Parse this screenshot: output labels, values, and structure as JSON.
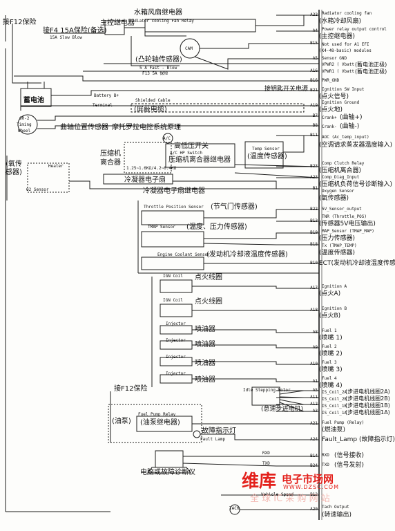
{
  "left": {
    "f12_fuse": "接F12保险",
    "f4_fuse": "接F4 15A保险(备选)",
    "f4_fuse_en": "15A Slow Blow",
    "main_relay": "主控继电器",
    "cam_sensor": "(凸轮轴传感器)",
    "fuse_5a": "5 A Fast - Blow",
    "f13_fuse": "F13 5A 保险",
    "battery": "蓄电池",
    "battery_en": "Battery B+",
    "terminal_en": "Terminal",
    "shielded_en": "Shielded Cable",
    "shielded_cn": "(屏蔽电缆)",
    "wheel_en_1": "60-2",
    "wheel_en_2": "Timing",
    "wheel_en_3": "Wheel",
    "crank_sensor": "曲轴位置传感器",
    "moto_note": "摩托罗拉电控系统原理",
    "ac_en": "A/C",
    "hp_switch": "高低压开关",
    "ac_switch_en": "A/C HP Switch",
    "ac_clutch_relay": "压缩机离合器继电器",
    "compressor": "压缩机",
    "clutch": "离合器",
    "ac_values": "1.25~1.6KΩ/4.2~6.4KΩ",
    "temp_sensor_en": "Temp Sensor",
    "temp_sensor_cn": "(温度传感器)",
    "condenser_fan": "冷凝器电子扇",
    "condenser_relay": "冷凝器电子扇继电器",
    "o2_cn_1": "(氧传",
    "o2_cn_2": "感器)",
    "heater_en": "Heater",
    "o2_en": "O2 Sensor",
    "tps_en": "Throttle Position Sensor",
    "tps_cn": "(节气门传感器)",
    "tmap_en": "TMAP Sensor",
    "tmap_cn": "(温度、压力传感器)",
    "ect_en": "Engine Coolant Sensor",
    "ect_cn": "(发动机冷却液温度传感器)",
    "ign_coil_en": "IGN Coil",
    "ign_coil_cn": "点火线圈",
    "injector_en": "Injector",
    "injector_cn": "喷油器",
    "f12_fuse_2": "接F12保险",
    "fuel_pump_relay_en": "Fuel Pump Relay",
    "fuel_pump_relay_cn": "(油泵继电器)",
    "fuel_pump": "(油泵)",
    "fault_lamp_cn": "故障指示灯",
    "fault_lamp_en": "Fault Lamp",
    "diag": "电脑或故障诊断仪",
    "tach": "TACH"
  },
  "top": {
    "fan_relay_cn": "水箱风扇继电器",
    "fan_relay_en": "Radiator cooling Fan Relay"
  },
  "pins": {
    "A22": "A22",
    "A4": "A4",
    "B15": "B15",
    "A5": "A5",
    "A16": "A16",
    "B16": "B16",
    "B21": "B21",
    "A19": "A19",
    "B7": "B7",
    "B8": "B8",
    "B11": "B11",
    "B23": "B23",
    "A23": "A23",
    "B1": "B1",
    "B22": "B22",
    "B13": "B13",
    "B19": "B19",
    "B18": "B18",
    "B10": "B10",
    "A17": "A17",
    "A18": "A18",
    "A8": "A8",
    "A9": "A9",
    "A10": "A10",
    "A1": "A1",
    "A5b": "A5",
    "A11": "A11",
    "A12": "A12",
    "A3": "A3",
    "A21": "A21",
    "A24": "A24",
    "B14": "B14",
    "B24": "B24",
    "A20": "A20",
    "B12": "B12"
  },
  "right": {
    "fan_en": "Radiator cooling fan",
    "fan_cn": "(水箱冷却风扇)",
    "pwr_relay_en": "Power relay output control",
    "pwr_relay_cn": "(主控继电器)",
    "efi_en_1": "Not used for A1 EFI",
    "efi_en_2": "(K4-48-basic) modules",
    "sensor_gnd": "Sensor GND",
    "vpwr2_en": "VPWR2 ( Vbatt )",
    "vpwr2_cn": "(蓄电池正极)",
    "vpwr1_en": "VPWR1 ( Vbatt )",
    "vpwr1_cn": "(蓄电池正极)",
    "pwr_gnd": "PWR_GND",
    "ign_switch_power": "接钥匙开关电源",
    "ign_sw_input_en": "Ignition SW Input",
    "ign_sw_input_cn": "(点火信号)",
    "ign_gnd_en": "Ignition Ground",
    "ign_gnd_cn": "(点火地)",
    "crank_plus_en": "Crank+",
    "crank_plus_cn": "(曲轴+)",
    "crank_minus_en": "Crank-",
    "crank_minus_cn": "(曲轴-)",
    "aoc_en": "AOC (Ac_temp_input)",
    "aoc_cn": "(空调请求蒸发器温度输入)",
    "comp_clutch_en": "Comp Clutch Relay",
    "comp_clutch_cn": "(压缩机离合器)",
    "comp_diag_en": "Comp_Diag_Input",
    "comp_diag_cn": "(压缩机负荷信号诊断输入)",
    "o2_sensor_en": "Oxygen Sensor",
    "o2_sensor_cn": "(氧传感器)",
    "sv_out_en": "5V_Sensor_output",
    "tnr_en": "TNR (Throttle_POS)",
    "tnr_cn": "(传感器5V电压输出)",
    "map_en": "MAP_Sensor (TMAP_MAP)",
    "map_cn": "(压力传感器)",
    "tx_en": "Tx (TMAP_TEMP)",
    "tx_cn": "(温度传感器)",
    "ect_out": "ECT(发动机冷却液温度传感器)",
    "ign_a_en": "Ignition A",
    "ign_a_cn": "(点火A)",
    "ign_b_en": "Ignition B",
    "ign_b_cn": "(点火B)",
    "fuel1_en": "Fuel 1",
    "fuel1_cn": "(喷嘴 1)",
    "fuel2_en": "Fuel 2",
    "fuel2_cn": "(喷嘴 2)",
    "fuel3_en": "Fuel 3",
    "fuel3_cn": "(喷嘴 3)",
    "fuel4_en": "Fuel 4",
    "fuel4_cn": "(喷嘴 4)",
    "idle_motor_en": "Idle Stepping Motor",
    "idle_motor_cn": "(怠速步进电机)",
    "is_coil_2a": "IS_Coil_2A",
    "is_coil_2a_cn": "(步进电机线圈2A)",
    "is_coil_2b": "IS_Coil_2B",
    "is_coil_2b_cn": "(步进电机线圈2B)",
    "is_coil_1b": "IS_Coil_1B",
    "is_coil_1b_cn": "(步进电机线圈1B)",
    "is_coil_1a": "IS_Coil_1A",
    "is_coil_1a_cn": "(步进电机线圈1A)",
    "fuel_pump_relay_en": "Fuel Pump (Relay)",
    "fuel_pump_relay_cn": "(燃油泵)",
    "fault_lamp": "Fault_Lamp (故障指示灯)",
    "rxd_en": "RXD",
    "rxd_cn": "(信号接收)",
    "txd_en": "TXD",
    "txd_cn": "(信号发射)",
    "vspeed_en": "Vehicle Speed",
    "tach_out_en": "Tach Output",
    "tach_out_cn": "(转速输出)"
  },
  "watermark": {
    "brand": "维库",
    "brand_text": "电子市场网",
    "url": "WWW.DZSC.COM",
    "slogan": "全 球 IC 采 购 网 站"
  }
}
